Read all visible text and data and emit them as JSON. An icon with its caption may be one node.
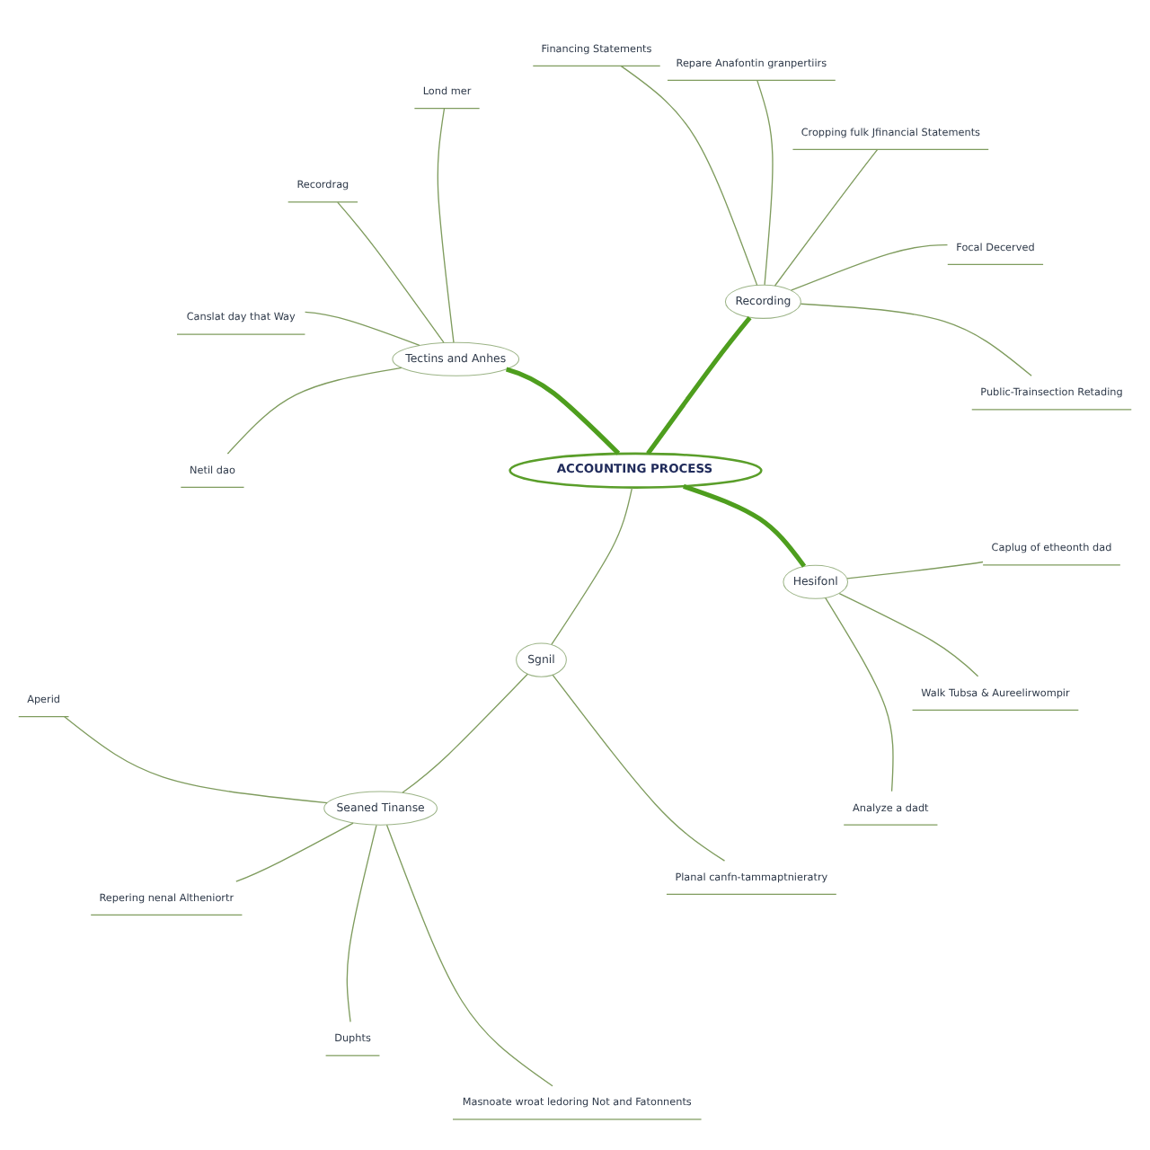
{
  "diagram": {
    "nodes": [
      {
        "text": [
          "ACCOUNTING PROCESS"
        ]
      },
      {
        "text": [
          "Recording"
        ]
      },
      {
        "text": [
          "Public-Trainsection Retading"
        ]
      },
      {
        "text": [
          "Focal Decerved"
        ]
      },
      {
        "text": [
          "Cropping fulk Jfinancial Statements"
        ]
      },
      {
        "text": [
          "Repare Anafontin granpertiirs"
        ]
      },
      {
        "text": [
          "Financing Statements"
        ]
      },
      {
        "text": [
          "Tectins and Anhes"
        ]
      },
      {
        "text": [
          "Lond mer"
        ]
      },
      {
        "text": [
          "Recordrag"
        ]
      },
      {
        "text": [
          "Canslat day that Way"
        ]
      },
      {
        "text": [
          "Netil dao"
        ]
      },
      {
        "text": [
          "Sgnil"
        ]
      },
      {
        "text": [
          "Seaned Tinanse"
        ]
      },
      {
        "text": [
          "Aperid"
        ]
      },
      {
        "text": [
          "Repering nenal Altheniortr"
        ]
      },
      {
        "text": [
          "Duphts"
        ]
      },
      {
        "text": [
          "Masnoate wroat ledoring Not and Fatonnents"
        ]
      },
      {
        "text": [
          "Planal canfn-tammaptnieratry"
        ]
      },
      {
        "text": [
          "Hesifonl"
        ]
      },
      {
        "text": [
          "Analyze a dadt"
        ]
      },
      {
        "text": [
          "Walk Tubsa & Aureelirwompir"
        ]
      },
      {
        "text": [
          "Caplug of etheonth dad"
        ]
      }
    ],
    "edges": [
      {
        "from": 0,
        "to": 1,
        "arrow": "none",
        "style": "thick",
        "color": "#4e9e1e"
      },
      {
        "from": 1,
        "to": 2,
        "arrow": "none"
      },
      {
        "from": 1,
        "to": 3,
        "arrow": "none"
      },
      {
        "from": 1,
        "to": 4,
        "arrow": "none"
      },
      {
        "from": 1,
        "to": 5,
        "arrow": "none"
      },
      {
        "from": 1,
        "to": 6,
        "arrow": "none"
      },
      {
        "from": 0,
        "to": 7,
        "arrow": "none",
        "style": "thick",
        "color": "#4e9e1e"
      },
      {
        "from": 7,
        "to": 8,
        "arrow": "none"
      },
      {
        "from": 7,
        "to": 9,
        "arrow": "none"
      },
      {
        "from": 7,
        "to": 10,
        "arrow": "none"
      },
      {
        "from": 7,
        "to": 11,
        "arrow": "none"
      },
      {
        "from": 0,
        "to": 12,
        "arrow": "none"
      },
      {
        "from": 12,
        "to": 13,
        "arrow": "none"
      },
      {
        "from": 13,
        "to": 14,
        "arrow": "none"
      },
      {
        "from": 13,
        "to": 15,
        "arrow": "none"
      },
      {
        "from": 13,
        "to": 16,
        "arrow": "none"
      },
      {
        "from": 13,
        "to": 17,
        "arrow": "none"
      },
      {
        "from": 12,
        "to": 18,
        "arrow": "none"
      },
      {
        "from": 0,
        "to": 19,
        "arrow": "none",
        "style": "thick",
        "color": "#4e9e1e"
      },
      {
        "from": 19,
        "to": 20,
        "arrow": "none"
      },
      {
        "from": 19,
        "to": 21,
        "arrow": "none"
      },
      {
        "from": 19,
        "to": 22,
        "arrow": "none"
      }
    ]
  }
}
